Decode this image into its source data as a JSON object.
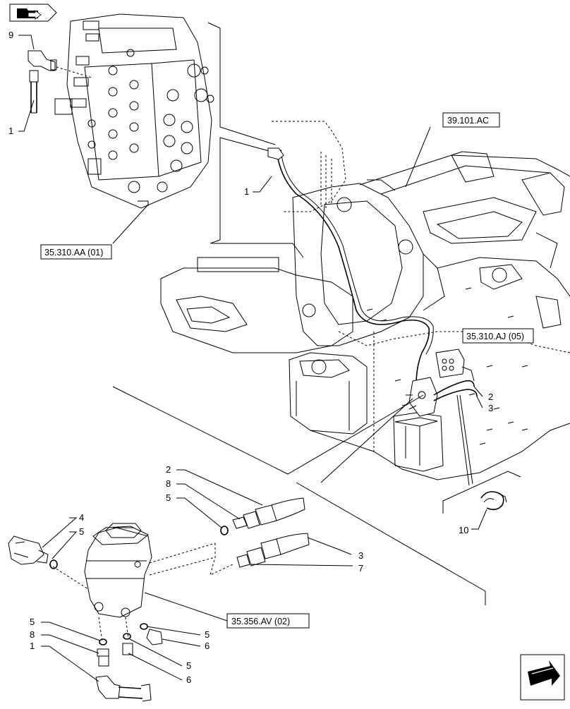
{
  "refs": {
    "valve_block": "35.310.AA (01)",
    "frame": "39.101.AC",
    "pilot_valve": "35.310.AJ (05)",
    "travel_block": "35.356.AV (02)"
  },
  "callouts": {
    "c9": "9",
    "c1_top": "1",
    "c1_mid": "1",
    "c2_right": "2",
    "c3_right": "3",
    "c10": "10",
    "c2_hose": "2",
    "c8_mid": "8",
    "c5_mid": "5",
    "c4": "4",
    "c5_left": "5",
    "c3_hose": "3",
    "c7": "7",
    "c5_low_left": "5",
    "c8_low": "8",
    "c1_low": "1",
    "c5_plug": "5",
    "c6_plug": "6",
    "c5_bot": "5",
    "c6_bot": "6"
  },
  "icons": {
    "top_left": "folder-arrow-icon",
    "bottom_right": "next-page-arrow-icon"
  }
}
